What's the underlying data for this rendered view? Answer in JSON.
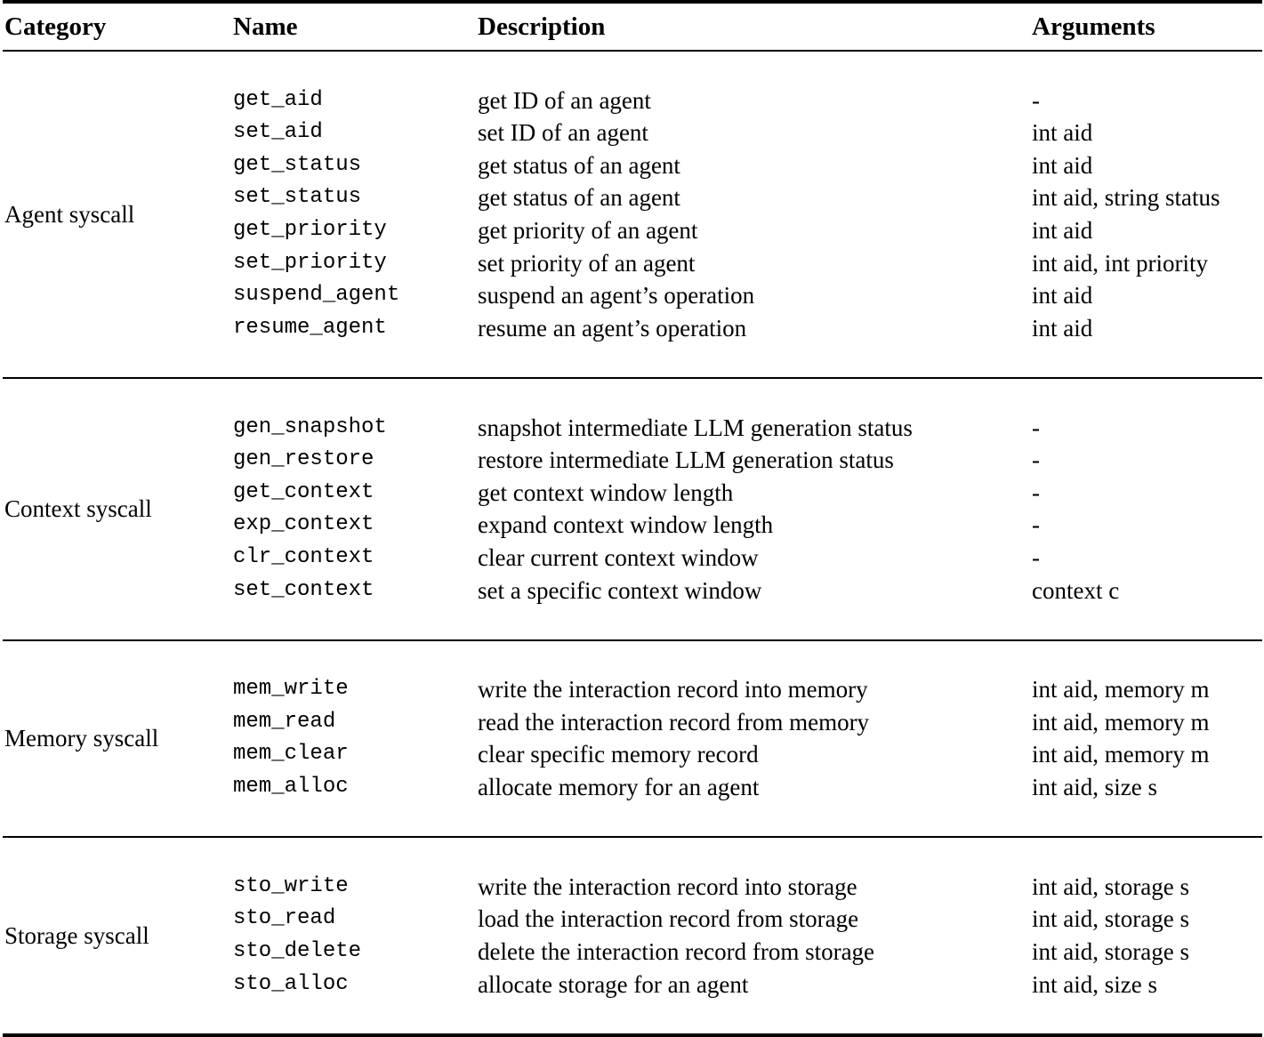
{
  "table": {
    "columns": [
      {
        "key": "category",
        "label": "Category"
      },
      {
        "key": "name",
        "label": "Name"
      },
      {
        "key": "description",
        "label": "Description"
      },
      {
        "key": "arguments",
        "label": "Arguments"
      }
    ],
    "sections": [
      {
        "category": "Agent syscall",
        "rows": [
          {
            "name": "get_aid",
            "description": "get ID of an agent",
            "arguments": "-"
          },
          {
            "name": "set_aid",
            "description": "set ID of an agent",
            "arguments": "int aid"
          },
          {
            "name": "get_status",
            "description": "get status of an agent",
            "arguments": "int aid"
          },
          {
            "name": "set_status",
            "description": "get status of an agent",
            "arguments": "int aid, string status"
          },
          {
            "name": "get_priority",
            "description": "get priority of an agent",
            "arguments": "int aid"
          },
          {
            "name": "set_priority",
            "description": "set priority of an agent",
            "arguments": "int aid, int priority"
          },
          {
            "name": "suspend_agent",
            "description": "suspend an agent’s operation",
            "arguments": "int aid"
          },
          {
            "name": "resume_agent",
            "description": "resume an agent’s operation",
            "arguments": "int aid"
          }
        ]
      },
      {
        "category": "Context syscall",
        "rows": [
          {
            "name": "gen_snapshot",
            "description": "snapshot intermediate LLM generation status",
            "arguments": "-"
          },
          {
            "name": "gen_restore",
            "description": "restore intermediate LLM generation status",
            "arguments": "-"
          },
          {
            "name": "get_context",
            "description": "get context window length",
            "arguments": "-"
          },
          {
            "name": "exp_context",
            "description": "expand context window length",
            "arguments": "-"
          },
          {
            "name": "clr_context",
            "description": "clear current context window",
            "arguments": "-"
          },
          {
            "name": "set_context",
            "description": "set a specific context window",
            "arguments": "context c"
          }
        ]
      },
      {
        "category": "Memory syscall",
        "rows": [
          {
            "name": "mem_write",
            "description": "write the interaction record into memory",
            "arguments": "int aid, memory m"
          },
          {
            "name": "mem_read",
            "description": "read the interaction record from memory",
            "arguments": "int aid, memory m"
          },
          {
            "name": "mem_clear",
            "description": "clear specific memory record",
            "arguments": "int aid, memory m"
          },
          {
            "name": "mem_alloc",
            "description": "allocate memory for an agent",
            "arguments": "int aid, size s"
          }
        ]
      },
      {
        "category": "Storage syscall",
        "rows": [
          {
            "name": "sto_write",
            "description": "write the interaction record into storage",
            "arguments": "int aid, storage s"
          },
          {
            "name": "sto_read",
            "description": "load the interaction record from storage",
            "arguments": "int aid, storage s"
          },
          {
            "name": "sto_delete",
            "description": "delete the interaction record from storage",
            "arguments": "int aid, storage s"
          },
          {
            "name": "sto_alloc",
            "description": "allocate storage for an agent",
            "arguments": "int aid, size s"
          }
        ]
      }
    ]
  }
}
